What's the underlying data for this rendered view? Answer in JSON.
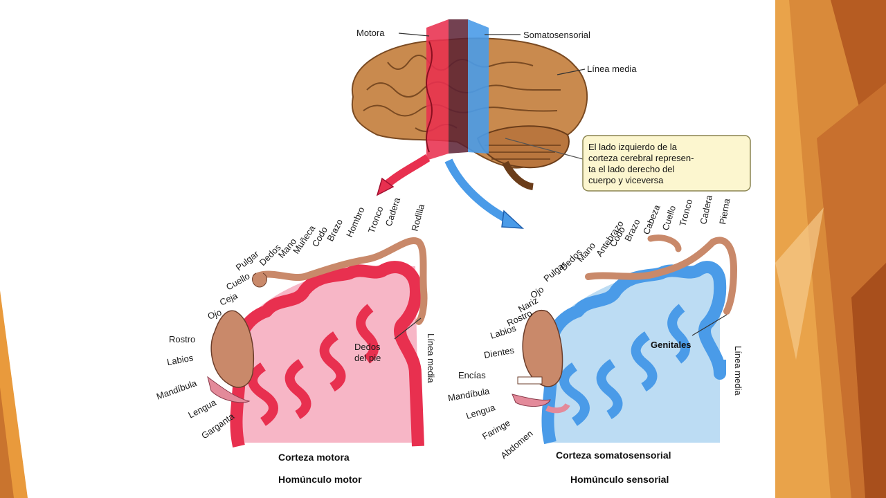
{
  "brain": {
    "motor": "Motora",
    "somato": "Somatosensorial",
    "midline": "Línea media"
  },
  "callout": [
    "El lado izquierdo de la",
    "corteza cerebral represen-",
    "ta el lado derecho del",
    "cuerpo y viceversa"
  ],
  "motor": {
    "labels": [
      "Rodilla",
      "Cadera",
      "Tronco",
      "Hombro",
      "Brazo",
      "Codo",
      "Muñeca",
      "Mano",
      "Dedos",
      "Pulgar",
      "Cuello",
      "Ceja",
      "Ojo",
      "Rostro",
      "Labios",
      "Mandíbula",
      "Lengua",
      "Garganta"
    ],
    "toes": [
      "Dedos",
      "del pie"
    ],
    "midline": "Línea media",
    "cortex": "Corteza motora",
    "title": "Homúnculo motor"
  },
  "sensory": {
    "labels": [
      "Pierna",
      "Cadera",
      "Tronco",
      "Cuello",
      "Cabeza",
      "Brazo",
      "Codo",
      "Antebrazo",
      "Mano",
      "Dedos",
      "Pulgar",
      "Ojo",
      "Nariz",
      "Rostro",
      "Labios",
      "Dientes",
      "Encías",
      "Mandíbula",
      "Lengua",
      "Faringe",
      "Abdomen"
    ],
    "genitals": "Genitales",
    "midline": "Línea media",
    "cortex": "Corteza somatosensorial",
    "title": "Homúnculo sensorial"
  },
  "colors": {
    "motor": "#e8304f",
    "motor_fill": "#f7b6c6",
    "sensory": "#4a9be8",
    "sensory_fill": "#bcdcf3",
    "brain": "#c98a4e",
    "callout_bg": "#fcf6cf",
    "skin": "#c9896a"
  }
}
